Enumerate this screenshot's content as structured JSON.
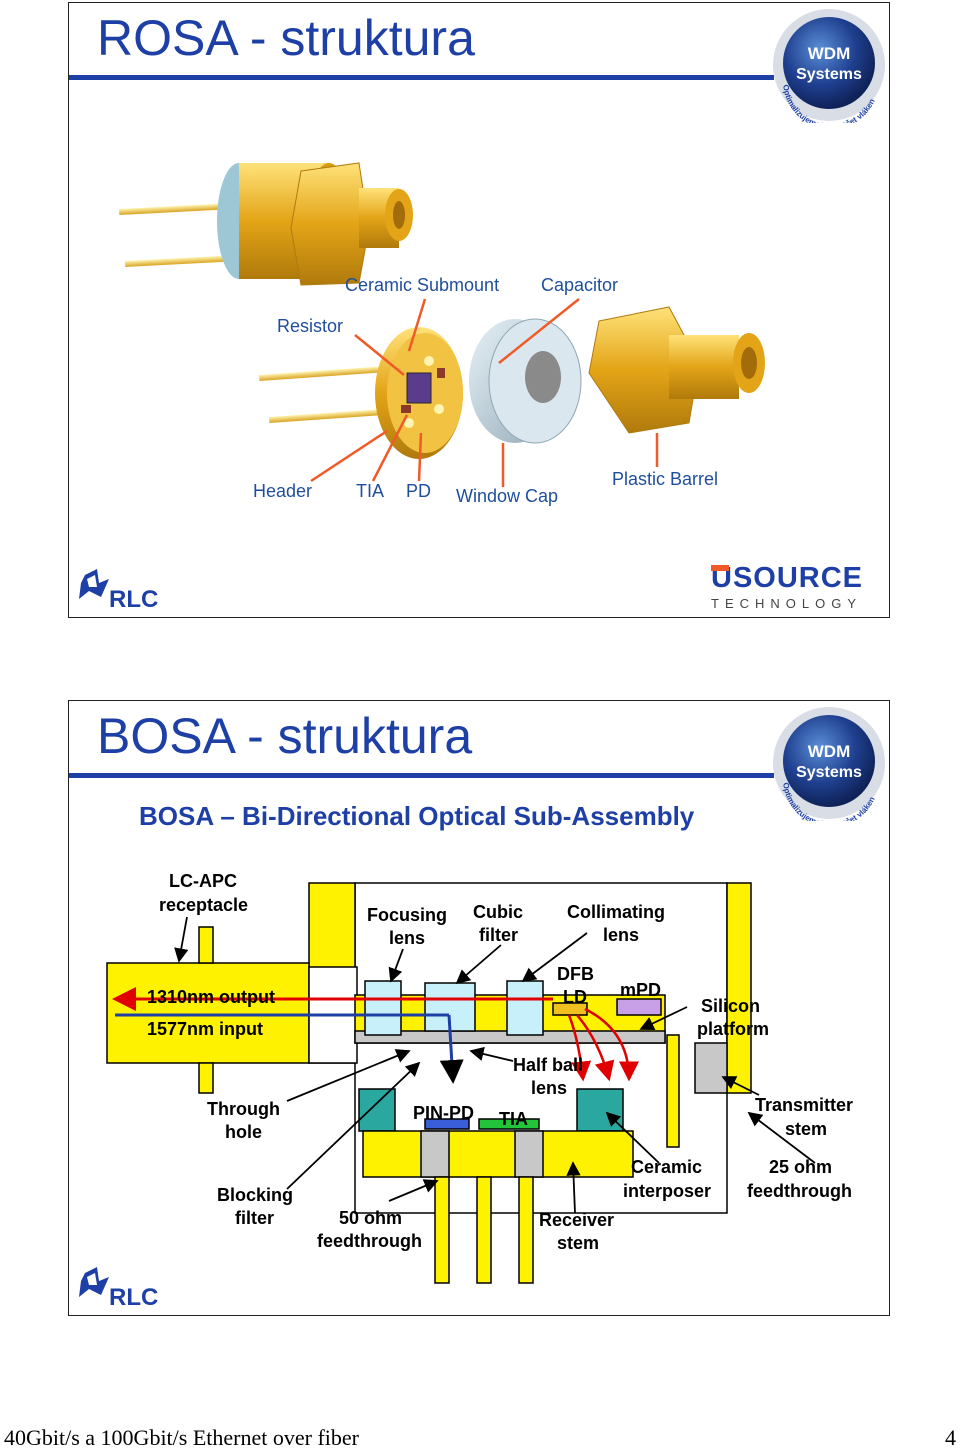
{
  "slide1": {
    "title": "ROSA - struktura",
    "labels": {
      "ceramic_submount": "Ceramic Submount",
      "capacitor": "Capacitor",
      "resistor": "Resistor",
      "header": "Header",
      "tia": "TIA",
      "pd": "PD",
      "window_cap": "Window Cap",
      "plastic_barrel": "Plastic Barrel"
    }
  },
  "slide2": {
    "title": "BOSA - struktura",
    "subtitle": "BOSA – Bi-Directional Optical Sub-Assembly",
    "labels": {
      "lc_apc_1": "LC-APC",
      "lc_apc_2": "receptacle",
      "focusing_1": "Focusing",
      "focusing_2": "lens",
      "cubic_1": "Cubic",
      "cubic_2": "filter",
      "collimating_1": "Collimating",
      "collimating_2": "lens",
      "dfb": "DFB",
      "ld": "LD",
      "mpd": "mPD",
      "silicon_1": "Silicon",
      "silicon_2": "platform",
      "output": "1310nm output",
      "input": "1577nm input",
      "halfball_1": "Half ball",
      "halfball_2": "lens",
      "through_1": "Through",
      "through_2": "hole",
      "pinpd": "PIN-PD",
      "tia": "TIA",
      "transmitter_1": "Transmitter",
      "transmitter_2": "stem",
      "ceramic_1": "Ceramic",
      "ceramic_2": "interposer",
      "ohm25_1": "25 ohm",
      "ohm25_2": "feedthrough",
      "blocking_1": "Blocking",
      "blocking_2": "filter",
      "ohm50_1": "50 ohm",
      "ohm50_2": "feedthrough",
      "receiver_1": "Receiver",
      "receiver_2": "stem"
    }
  },
  "logos": {
    "wdm_line1": "WDM",
    "wdm_line2": "Systems",
    "wdm_tagline": "Optimalizujeme Váš počet vláken",
    "rlc": "RLC",
    "usource": "USOURCE",
    "usource_sub": "TECHNOLOGY"
  },
  "footer": {
    "text": "40Gbit/s a 100Gbit/s  Ethernet over fiber",
    "page": "4"
  },
  "colors": {
    "title_blue": "#1d3fa6",
    "gold": "#e3a417",
    "diagram_yellow": "#fff200",
    "arrow_orange": "#f05a28",
    "label_blue": "#1f4e9c"
  }
}
